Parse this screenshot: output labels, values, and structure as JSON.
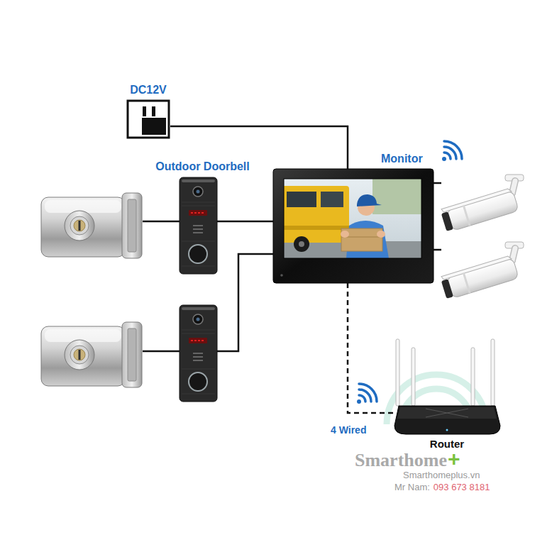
{
  "diagram": {
    "nodes": [
      {
        "text": [
          "DC12V"
        ]
      },
      {
        "text": []
      },
      {
        "text": [
          "Outdoor Doorbell"
        ]
      },
      {
        "text": [
          "Monitor"
        ]
      },
      {
        "text": []
      },
      {
        "text": []
      },
      {
        "text": []
      },
      {
        "text": []
      },
      {
        "text": [
          "Router"
        ]
      }
    ],
    "edges": [
      {
        "from": 0,
        "to": 3,
        "arrow": "none"
      },
      {
        "from": 1,
        "to": 2,
        "arrow": "none"
      },
      {
        "from": 2,
        "to": 3,
        "arrow": "none"
      },
      {
        "from": 4,
        "to": 5,
        "arrow": "none"
      },
      {
        "from": 5,
        "to": 3,
        "arrow": "none"
      },
      {
        "from": 3,
        "to": 6,
        "arrow": "none"
      },
      {
        "from": 3,
        "to": 7,
        "arrow": "none"
      },
      {
        "from": 3,
        "to": 8,
        "label": "4 Wired",
        "arrow": "none"
      }
    ],
    "labels": [
      "Smarthome",
      "+",
      "Smarthomeplus.vn",
      "Mr Nam:",
      "093 673 8181"
    ]
  }
}
